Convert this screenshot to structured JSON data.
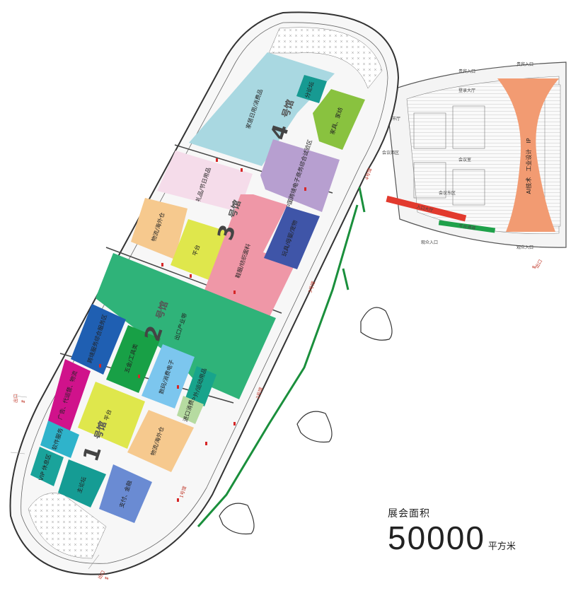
{
  "halls": [
    {
      "id": "1",
      "number": "1",
      "suffix": "号馆"
    },
    {
      "id": "2",
      "number": "2",
      "suffix": "号馆"
    },
    {
      "id": "3",
      "number": "3",
      "suffix": "号馆"
    },
    {
      "id": "4",
      "number": "4",
      "suffix": "号馆"
    }
  ],
  "zones": {
    "vip": {
      "label": "VIP 休息区",
      "color": "#1aa39b"
    },
    "software": {
      "label": "软件服务",
      "color": "#2fb3cb"
    },
    "ad": {
      "label": "广告、代运营、物流",
      "color": "#d0128b"
    },
    "platform1": {
      "label": "平台",
      "color": "#dfe74c"
    },
    "forum": {
      "label": "主论坛",
      "color": "#159c94"
    },
    "overseas1": {
      "label": "物流/海外仓",
      "color": "#f6c98e"
    },
    "finance": {
      "label": "支付、金融",
      "color": "#6a8bd3"
    },
    "crossborder": {
      "label": "跨境服务综合服务区",
      "color": "#1f5fb2"
    },
    "hardware": {
      "label": "五金/工具类",
      "color": "#18a046"
    },
    "electronics": {
      "label": "数码/消费电子",
      "color": "#7cc6ee"
    },
    "import": {
      "label": "进口消费",
      "color": "#b6dba1"
    },
    "outdoor": {
      "label": "户外/运动用品",
      "color": "#18a48c"
    },
    "export": {
      "label": "出口产业带",
      "color": "#2fb379"
    },
    "gift": {
      "label": "礼品/节日用品",
      "color": "#f5dcea"
    },
    "overseas3": {
      "label": "物流/海外仓",
      "color": "#f6c98e"
    },
    "platform3": {
      "label": "平台",
      "color": "#dfe74c"
    },
    "textile": {
      "label": "鞋服/纺织面料",
      "color": "#ef97a7"
    },
    "toys": {
      "label": "玩具/母婴/宠物",
      "color": "#3f55a8"
    },
    "home": {
      "label": "家居日用/消费品",
      "color": "#a9d8e1"
    },
    "stage": {
      "label": "分论坛",
      "color": "#179a92"
    },
    "furniture": {
      "label": "家具、家纺",
      "color": "#89c23f"
    },
    "china_ecom": {
      "label": "中国跨境电子商务综合试验区",
      "color": "#b79fd0"
    }
  },
  "east_hall": {
    "central_label": "AI技术　工业设计　IP",
    "central_color": "#f29b72",
    "strip_red": {
      "label": "入口大厅",
      "color": "#e23a2e"
    },
    "strip_green": {
      "label": "平台通道",
      "color": "#1fa14a"
    },
    "small_labels": [
      "登录大厅",
      "会议室",
      "城市厅",
      "观众入口",
      "观众入口",
      "贵宾入口",
      "贵宾入口",
      "会议西区",
      "会议东区"
    ]
  },
  "markers": [
    "出口",
    "出口",
    "出口",
    "出口",
    "出口"
  ],
  "gates": [
    "1号馆",
    "2号馆",
    "3号馆",
    "4号馆"
  ],
  "stats": {
    "label": "展会面积",
    "value": "50000",
    "unit": "平方米"
  }
}
